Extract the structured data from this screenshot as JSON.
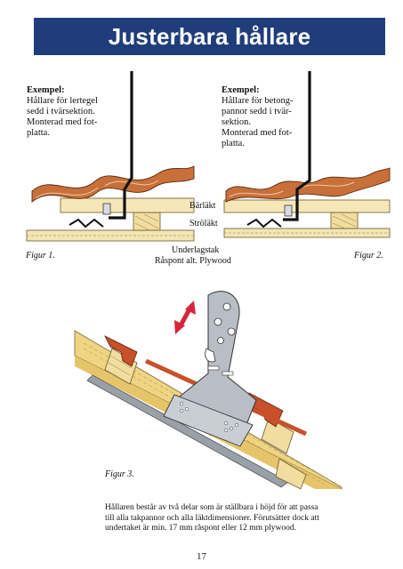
{
  "header": {
    "title": "Justerbara hållare"
  },
  "examples": {
    "left": {
      "heading": "Exempel:",
      "lines": [
        "Hållare för lertegel",
        "sedd i tvärsektion.",
        "Monterad med fot-",
        "platta."
      ]
    },
    "right": {
      "heading": "Exempel:",
      "lines": [
        "Hållare för betong-",
        "pannor sedd i tvär-",
        "sektion.",
        "Monterad med fot-",
        "platta."
      ]
    }
  },
  "labels": {
    "barlakt": "Bärläkt",
    "strolakt": "Ströläkt",
    "underlagstak": "Underlagstak",
    "raspont": "Råspont alt. Plywood"
  },
  "figures": {
    "fig1": "Figur 1.",
    "fig2": "Figur 2.",
    "fig3": "Figur 3."
  },
  "caption": "Hållaren består av två delar som är ställbara i höjd för att passa till alla takpannor och alla läktdimensioner. Förutsätter dock att undertaket är min. 17 mm råspont eller 12 mm plywood.",
  "page_number": "17",
  "colors": {
    "banner": "#1f3d7a",
    "tile": "#c8703a",
    "batten": "#f2dda0",
    "metal": "#b9bec6",
    "arrow": "#d9233a"
  }
}
